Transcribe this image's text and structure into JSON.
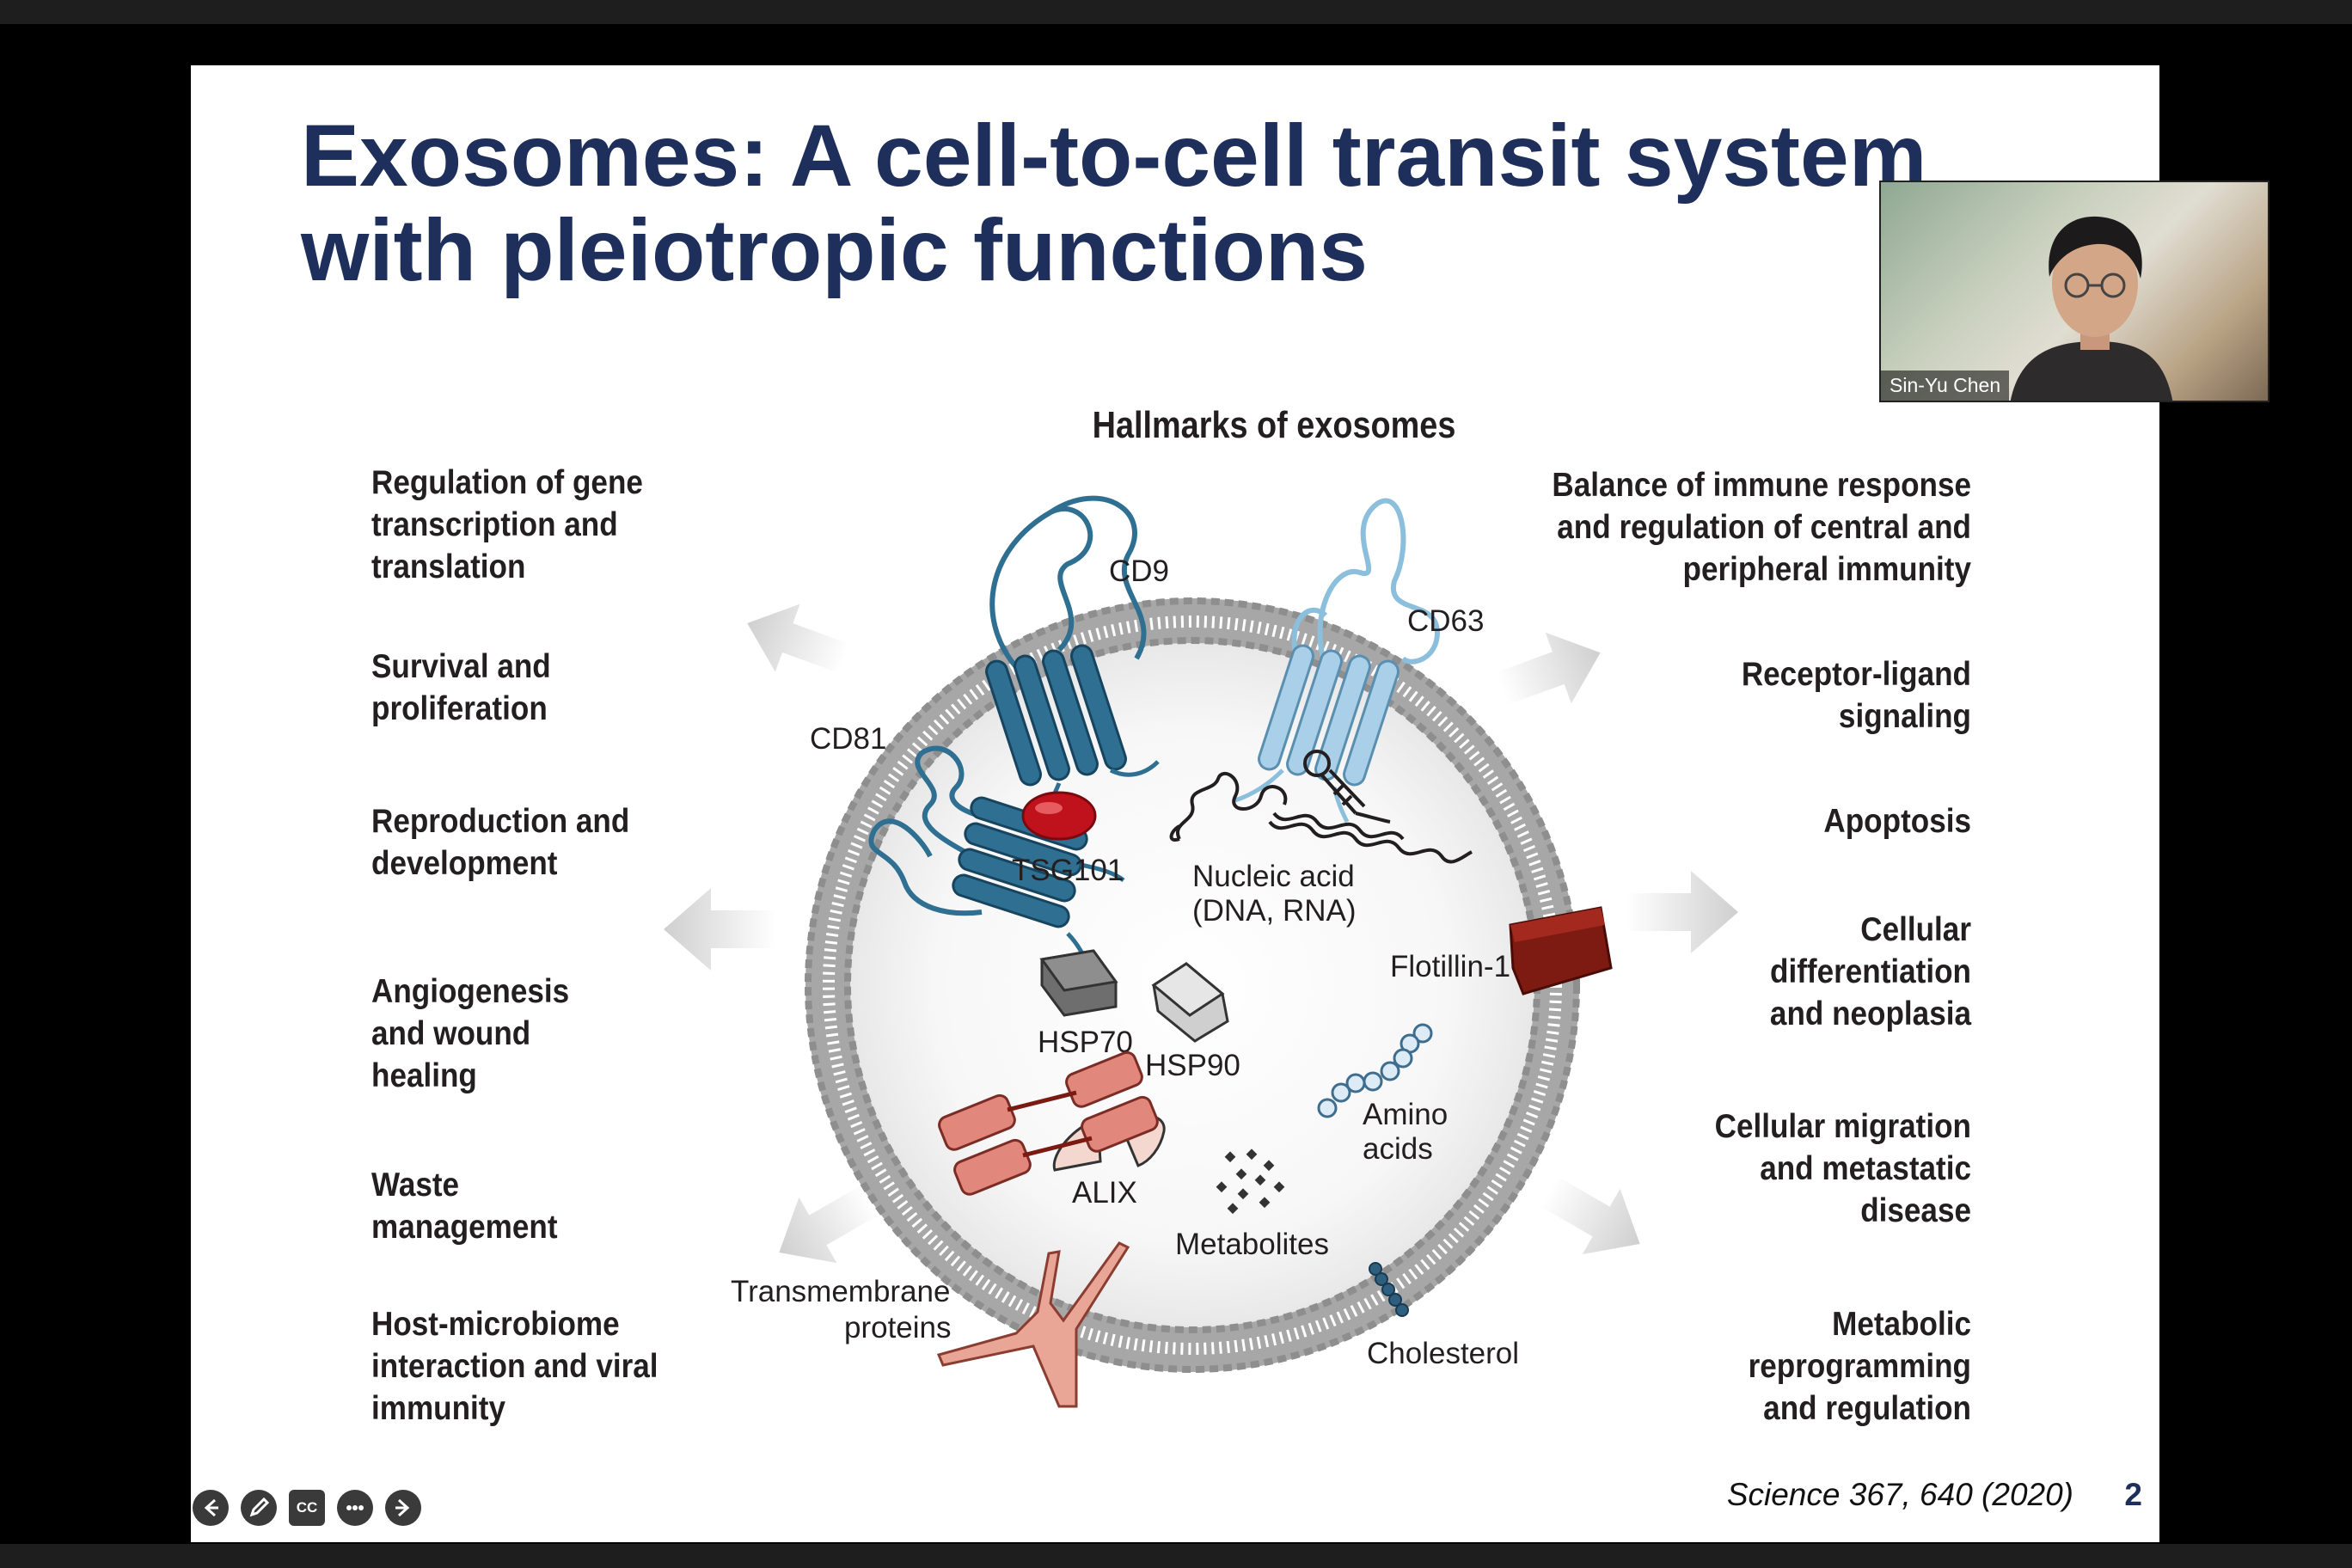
{
  "slide": {
    "title_line1": "Exosomes: A cell-to-cell transit system",
    "title_line2": "with pleiotropic functions",
    "figure_title": "Hallmarks of exosomes",
    "left_functions": [
      "Regulation of gene\ntranscription and\ntranslation",
      "Survival and\nproliferation",
      "Reproduction and\ndevelopment",
      "Angiogenesis\nand wound\nhealing",
      "Waste\nmanagement",
      "Host-microbiome\ninteraction and viral\nimmunity"
    ],
    "right_functions": [
      "Balance of immune response\nand regulation of central and\nperipheral immunity",
      "Receptor-ligand\nsignaling",
      "Apoptosis",
      "Cellular\ndifferentiation\nand neoplasia",
      "Cellular migration\nand metastatic\ndisease",
      "Metabolic\nreprogramming\nand regulation"
    ],
    "labels": {
      "cd9": "CD9",
      "cd63": "CD63",
      "cd81": "CD81",
      "tsg101": "TSG101",
      "nucleic1": "Nucleic acid",
      "nucleic2": "(DNA, RNA)",
      "flotillin": "Flotillin-1",
      "hsp70": "HSP70",
      "hsp90": "HSP90",
      "amino1": "Amino",
      "amino2": "acids",
      "alix": "ALIX",
      "metabolites": "Metabolites",
      "trans1": "Transmembrane",
      "trans2": "proteins",
      "cholesterol": "Cholesterol"
    },
    "citation": "Science 367, 640 (2020)",
    "page_number": "2"
  },
  "video": {
    "participant_name": "Sin-Yu Chen"
  },
  "controls": {
    "prev_icon": "arrow-left-icon",
    "pen_icon": "pen-icon",
    "cc_label": "CC",
    "more_icon": "more-icon",
    "next_icon": "arrow-right-icon"
  },
  "colors": {
    "title": "#1f2f5c",
    "membrane": "#9d9d9d",
    "tetraspanin_dark": "#2f6f92",
    "tetraspanin_light": "#8cbfdc",
    "tsg101": "#c0121c",
    "flotillin": "#7d1a12",
    "pink": "#e2877c"
  }
}
